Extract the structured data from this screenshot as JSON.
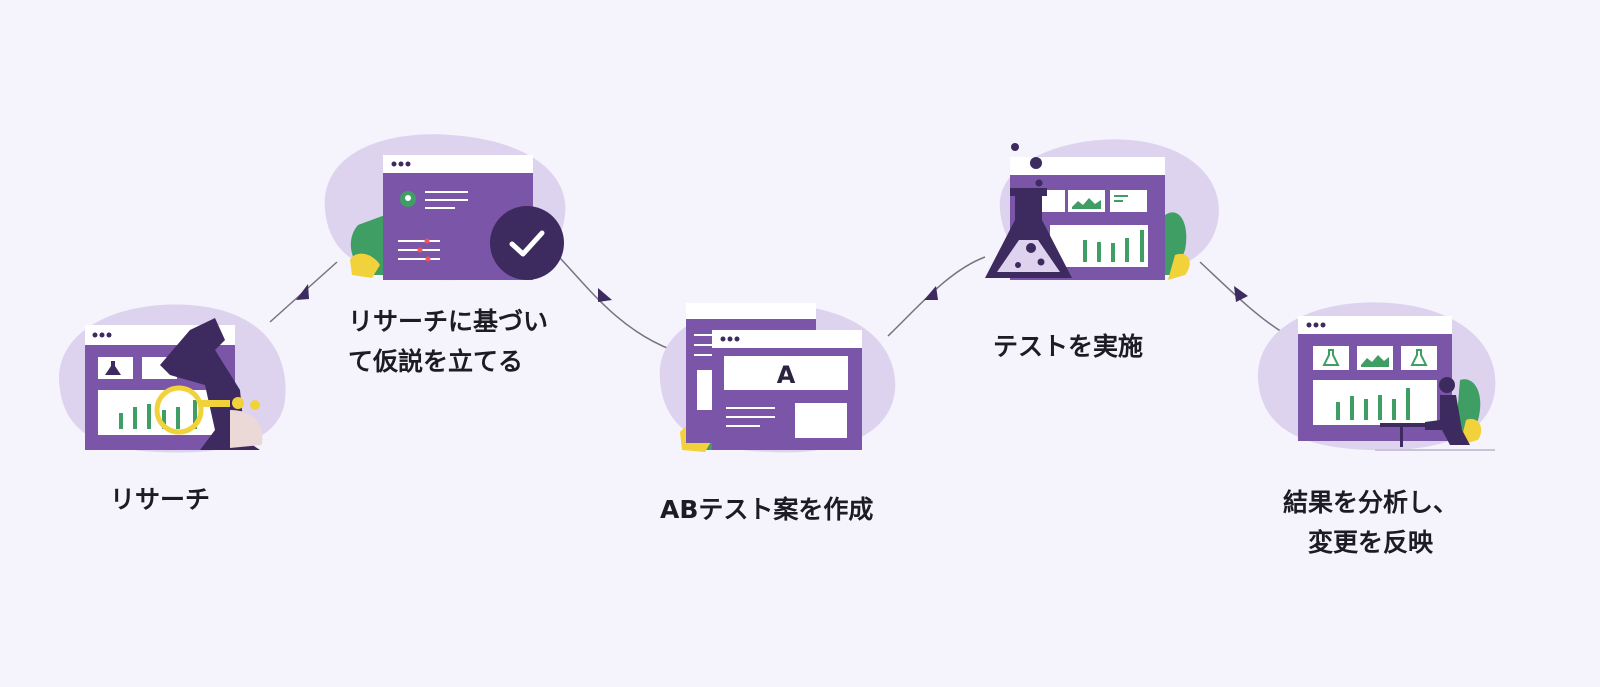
{
  "steps": [
    {
      "label_lines": [
        "リサーチ"
      ]
    },
    {
      "label_lines": [
        "リサーチに基づい",
        "て仮説を立てる"
      ]
    },
    {
      "label_lines": [
        "ABテスト案を作成"
      ],
      "variant_letter": "A"
    },
    {
      "label_lines": [
        "テストを実施"
      ]
    },
    {
      "label_lines": [
        "結果を分析し、",
        "変更を反映"
      ]
    }
  ],
  "colors": {
    "background": "#f5f3fb",
    "blob": "#ddd3ef",
    "window": "#7b55a8",
    "dark": "#3d2a5e",
    "green": "#3f9e63",
    "yellow": "#f2d23a",
    "connector": "#6f6a7c"
  }
}
